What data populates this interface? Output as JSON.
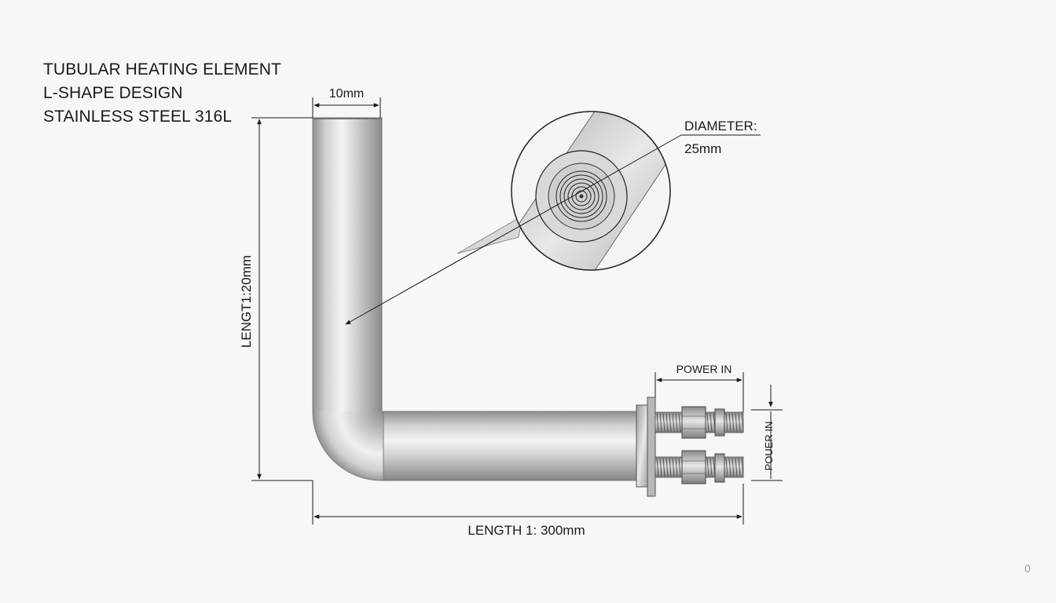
{
  "title": {
    "line1": "TUBULAR HEATING ELEMENT",
    "line2": "L-SHAPE DESIGN",
    "line3": "STAINLESS STEEL 316L"
  },
  "dimensions": {
    "top_width": "10mm",
    "vertical_length": "LENGT1:20mm",
    "horizontal_length": "LENGTH 1: 300mm",
    "power_in_horizontal": "POWER IN",
    "power_in_vertical": "POUER IN",
    "diameter_label": "DIAMETER:",
    "diameter_value": "25mm"
  },
  "page_number": "0",
  "colors": {
    "background": "#f7f7f7",
    "line": "#1a1a1a",
    "steel_dark": "#8d8d8d",
    "steel_light": "#f2f2f2"
  }
}
